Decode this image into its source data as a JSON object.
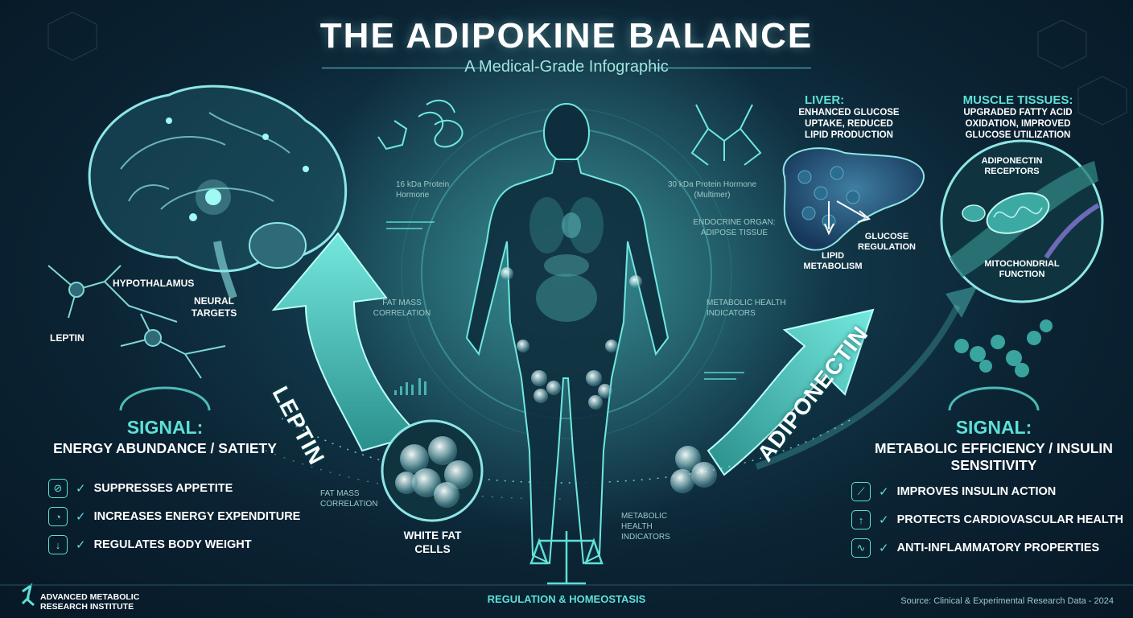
{
  "header": {
    "title": "THE ADIPOKINE BALANCE",
    "subtitle": "A Medical-Grade Infographic"
  },
  "brain": {
    "hypothalamus": "HYPOTHALAMUS",
    "neural_targets": "NEURAL TARGETS",
    "leptin": "LEPTIN"
  },
  "center": {
    "protein_left": "16 kDa Protein Hormone",
    "protein_right": "30 kDa Protein Hormone (Multimer)",
    "endocrine": "ENDOCRINE ORGAN: ADIPOSE TISSUE",
    "fat_mass_upper": "FAT MASS CORRELATION",
    "metabolic_upper": "METABOLIC HEALTH INDICATORS",
    "fat_mass_lower": "FAT MASS CORRELATION",
    "metabolic_lower": "METABOLIC HEALTH INDICATORS",
    "white_fat": "WHITE FAT CELLS"
  },
  "arrows": {
    "leptin": "LEPTIN",
    "adiponectin": "ADIPONECTIN"
  },
  "liver": {
    "heading": "LIVER:",
    "description": "ENHANCED GLUCOSE UPTAKE, REDUCED LIPID PRODUCTION",
    "lipid": "LIPID METABOLISM",
    "glucose": "GLUCOSE REGULATION"
  },
  "muscle": {
    "heading": "MUSCLE TISSUES:",
    "description": "UPGRADED FATTY ACID OXIDATION, IMPROVED GLUCOSE UTILIZATION",
    "receptors": "ADIPONECTIN RECEPTORS",
    "mitochondrial": "MITOCHONDRIAL FUNCTION"
  },
  "left_signal": {
    "title": "SIGNAL:",
    "subtitle": "ENERGY ABUNDANCE / SATIETY",
    "items": [
      {
        "label": "SUPPRESSES APPETITE",
        "icon": "no-food-icon"
      },
      {
        "label": "INCREASES ENERGY EXPENDITURE",
        "icon": "stomach-icon"
      },
      {
        "label": "REGULATES BODY WEIGHT",
        "icon": "weight-down-icon"
      }
    ]
  },
  "right_signal": {
    "title": "SIGNAL:",
    "subtitle": "METABOLIC EFFICIENCY / INSULIN SENSITIVITY",
    "items": [
      {
        "label": "IMPROVES INSULIN ACTION",
        "icon": "syringe-icon"
      },
      {
        "label": "PROTECTS CARDIOVASCULAR HEALTH",
        "icon": "shield-icon"
      },
      {
        "label": "ANTI-INFLAMMATORY PROPERTIES",
        "icon": "muscle-arm-icon"
      }
    ]
  },
  "footer": {
    "institute": "ADVANCED METABOLIC RESEARCH INSTITUTE",
    "center": "REGULATION & HOMEOSTASIS",
    "source": "Source: Clinical & Experimental Research Data - 2024"
  },
  "colors": {
    "accent": "#5ee0d7",
    "background": "#0b2333",
    "text": "#ffffff"
  }
}
